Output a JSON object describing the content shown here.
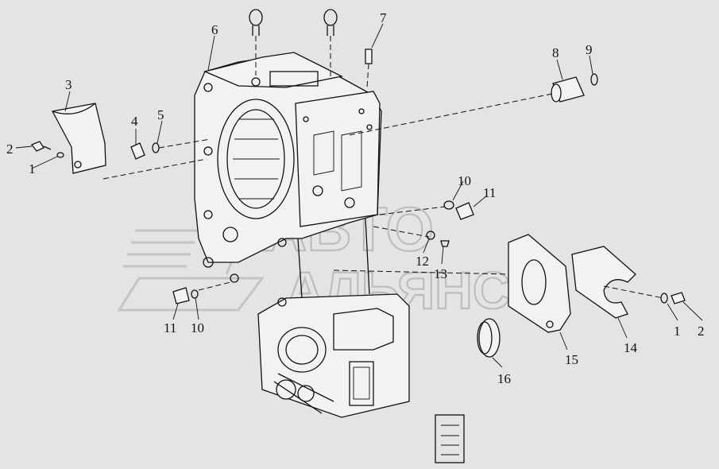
{
  "watermark": {
    "line1": "АВТО",
    "line2": "АЛЬЯНС"
  },
  "callouts": [
    {
      "id": "c1-left",
      "label": "1"
    },
    {
      "id": "c2-left",
      "label": "2"
    },
    {
      "id": "c3",
      "label": "3"
    },
    {
      "id": "c4",
      "label": "4"
    },
    {
      "id": "c5",
      "label": "5"
    },
    {
      "id": "c6",
      "label": "6"
    },
    {
      "id": "c7",
      "label": "7"
    },
    {
      "id": "c8",
      "label": "8"
    },
    {
      "id": "c9",
      "label": "9"
    },
    {
      "id": "c10-upper",
      "label": "10"
    },
    {
      "id": "c11-upper",
      "label": "11"
    },
    {
      "id": "c12",
      "label": "12"
    },
    {
      "id": "c13",
      "label": "13"
    },
    {
      "id": "c11-lower",
      "label": "11"
    },
    {
      "id": "c10-lower",
      "label": "10"
    },
    {
      "id": "c15",
      "label": "15"
    },
    {
      "id": "c14",
      "label": "14"
    },
    {
      "id": "c16",
      "label": "16"
    },
    {
      "id": "c1-right",
      "label": "1"
    },
    {
      "id": "c2-right",
      "label": "2"
    }
  ]
}
